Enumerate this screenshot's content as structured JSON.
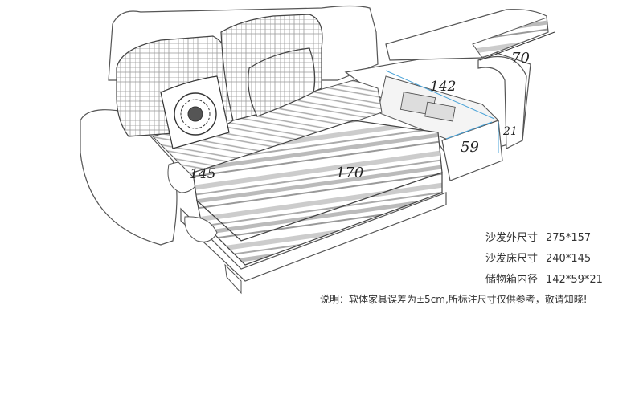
{
  "dimensions": {
    "chaise_depth": "70",
    "storage_length": "142",
    "storage_width": "59",
    "storage_height": "21",
    "bed_width": "145",
    "bed_length": "170"
  },
  "specs": [
    {
      "label": "沙发外尺寸",
      "value": "275*157"
    },
    {
      "label": "沙发床尺寸",
      "value": "240*145"
    },
    {
      "label": "储物箱内径",
      "value": "142*59*21"
    }
  ],
  "note": "说明：软体家具误差为±5cm,所标注尺寸仅供参考，敬请知晓!",
  "colors": {
    "line": "#555555",
    "dimension_line": "#4aa3d8",
    "text": "#333333"
  }
}
